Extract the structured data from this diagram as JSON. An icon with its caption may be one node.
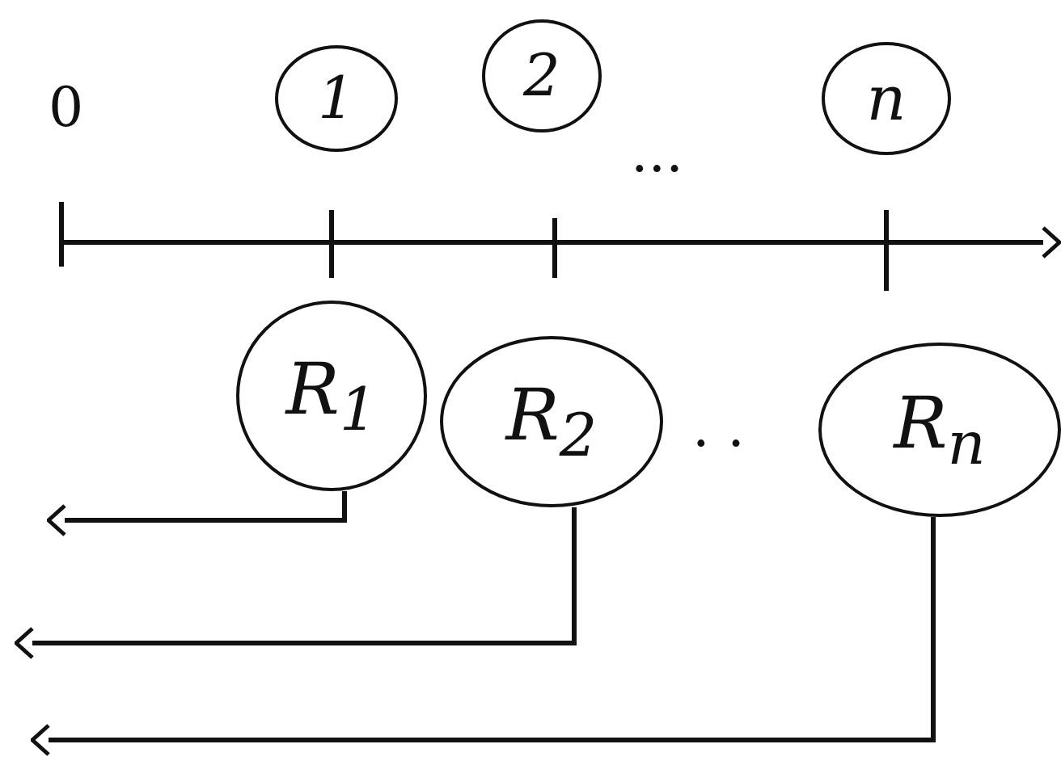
{
  "diagram": {
    "nodes": [
      {
        "text": [
          "1"
        ]
      },
      {
        "text": [
          "2"
        ]
      },
      {
        "text": [
          "n"
        ]
      },
      {
        "text": [
          "R$_{1}$"
        ]
      },
      {
        "text": [
          "R$_{2}$"
        ]
      },
      {
        "text": [
          "R$_{n}$"
        ]
      }
    ],
    "edges": [
      {
        "from": 3,
        "to": null,
        "arrow": "to"
      },
      {
        "from": 4,
        "to": null,
        "arrow": "to"
      },
      {
        "from": 5,
        "to": null,
        "arrow": "to"
      }
    ],
    "labels": [
      "0",
      "...",
      ". ."
    ]
  }
}
